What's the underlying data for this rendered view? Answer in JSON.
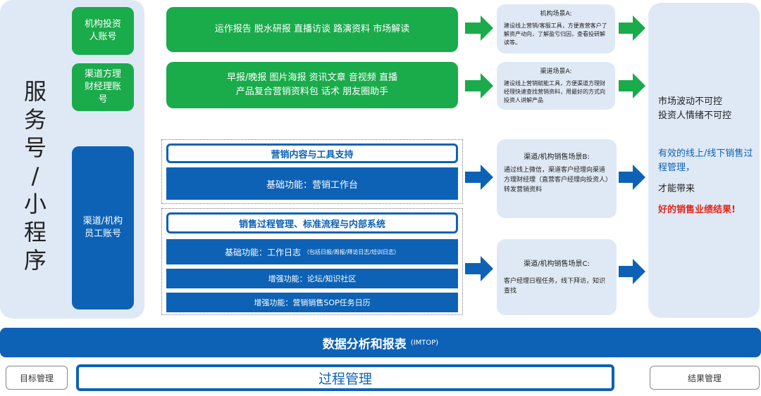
{
  "left_panel": {
    "title_chars": [
      "服",
      "务",
      "号",
      "/",
      "小",
      "程",
      "序"
    ]
  },
  "accounts": {
    "institution": "机构投资\n人账号",
    "channel_advisor": "渠道方理\n财经理账\n号",
    "staff": "渠道/机构\n员工账号"
  },
  "green_bars": {
    "institution": "运作报告 脱水研报 直播访谈 路演资料 市场解读",
    "channel": "早报/晚报 图片海报 资讯文章 音视频 直播\n产品复合营销资料包 话术 朋友圈助手"
  },
  "marketing_box": {
    "header": "营销内容与工具支持",
    "basic": "基础功能：营销工作台"
  },
  "sales_box": {
    "header": "销售过程管理、标准流程与内部系统",
    "basic_main": "基础功能：工作日志",
    "basic_note": "（包括日报/周报/拜访日志/培训日志）",
    "enhanced1": "增强功能：论坛/知识社区",
    "enhanced2": "增强功能：营销销售SOP任务日历"
  },
  "scenes": {
    "a_inst": {
      "title": "机构场景A:",
      "desc": "建设线上营销/客服工具，方便直营客户了解资产动向，了解盈亏归因，查看投研解读等。"
    },
    "a_chan": {
      "title": "渠道场景A:",
      "desc": "建设线上营销赋能工具，方便渠道方理财经理快速查找营销资料，用最好的方式向投资人讲解产品"
    },
    "b": {
      "title": "渠道/机构销售场景B:",
      "desc": "通过线上微信，渠道客户经理向渠道方理财经理（直营客户经理向投资人）转发营销资料"
    },
    "c": {
      "title": "渠道/机构销售场景C:",
      "desc": "客户经理日程任务，线下拜访，知识查找"
    }
  },
  "right_panel": {
    "line1": "市场波动不可控",
    "line2": "投资人情绪不可控",
    "line3": "有效的线上/线下销售过程管理，",
    "line4": "才能带来",
    "line5": "好的销售业绩结果!"
  },
  "bottom": {
    "data_bar_main": "数据分析和报表",
    "data_bar_sub": "(IMTOP)",
    "goal_mgmt": "目标管理",
    "process_mgmt": "过程管理",
    "result_mgmt": "结果管理"
  },
  "colors": {
    "green": "#1aab4b",
    "blue": "#0d62b6",
    "panel": "#dfe9f5",
    "red": "#e0251b"
  }
}
